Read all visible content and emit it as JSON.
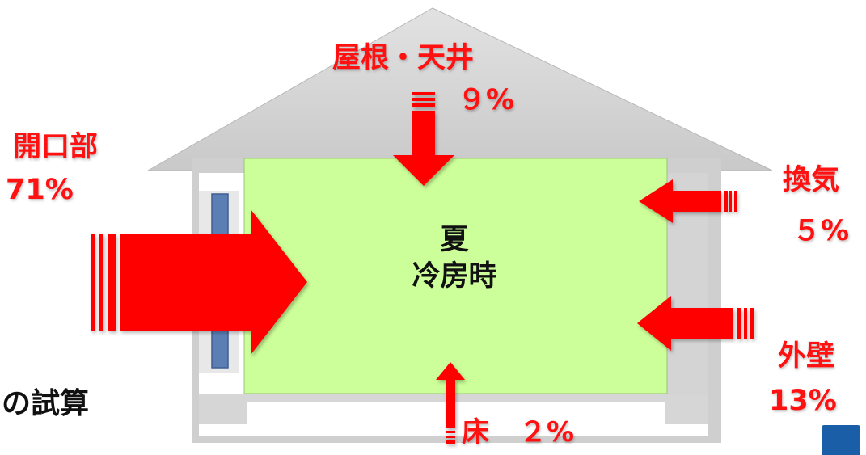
{
  "labels": {
    "roof_title": "屋根・天井",
    "roof_value": "９%",
    "opening_title": "開口部",
    "opening_value": "71%",
    "ventilation_title": "換気",
    "ventilation_value": "５%",
    "wall_title": "外壁",
    "wall_value": "13%",
    "floor_title": "床",
    "floor_value": "２%"
  },
  "center": {
    "line1": "夏",
    "line2": "冷房時"
  },
  "left_partial_text": "の試算",
  "colors": {
    "arrow": "#ff0000",
    "label": "#ff1111",
    "room": "#ccff99",
    "house": "#d0d0d0",
    "window": "#5b7fb5",
    "corner_badge": "#1a5ea8"
  }
}
